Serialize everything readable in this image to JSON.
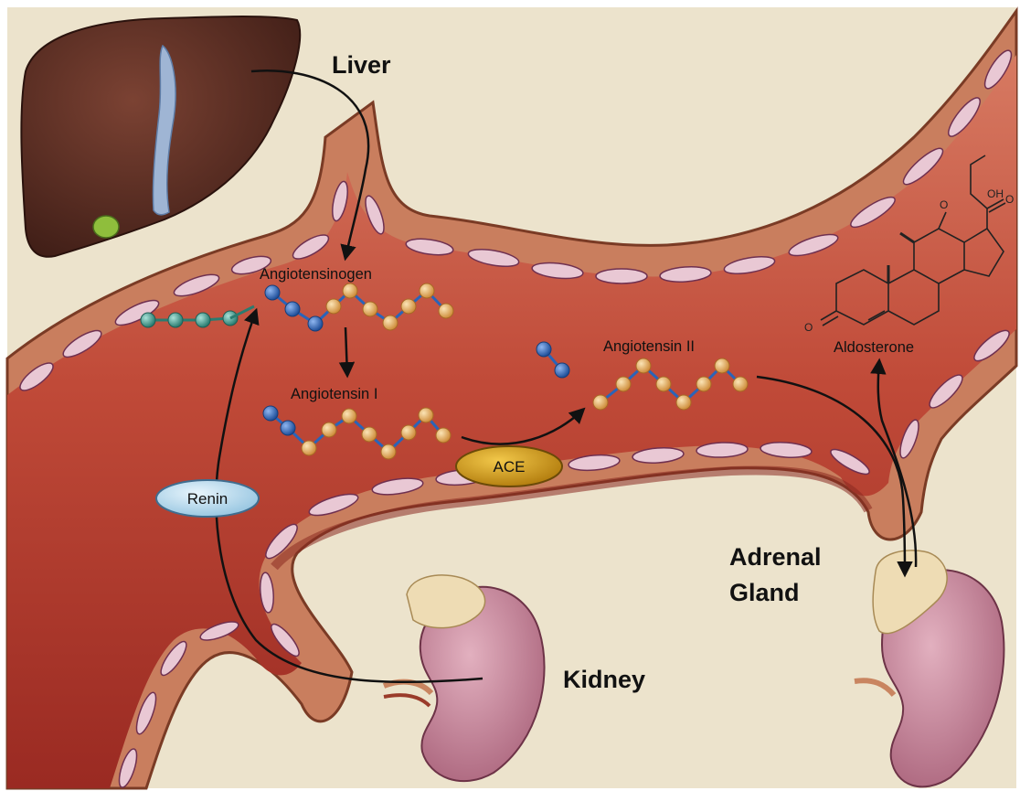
{
  "labels": {
    "liver": "Liver",
    "adrenal_line1": "Adrenal",
    "adrenal_line2": "Gland",
    "kidney": "Kidney",
    "angiotensinogen": "Angiotensinogen",
    "angiotensin_1": "Angiotensin I",
    "angiotensin_2": "Angiotensin II",
    "aldosterone": "Aldosterone",
    "ace": "ACE",
    "renin": "Renin",
    "hydroxyl": "OH",
    "oxygen": "O"
  },
  "colors": {
    "background": "#ece3cc",
    "vessel_wall": "#c97e5e",
    "vessel_wall_edge": "#7a3b25",
    "lumen": "#b9372a",
    "endothelium": "#e9c8d4",
    "liver": "#5a2e22",
    "kidney": "#c9889b",
    "adrenal": "#eedcb4",
    "bead_blue": "#2a64b8",
    "bead_orange": "#e9b368",
    "bead_teal": "#3a9a8c",
    "ace_fill": "#d19a16",
    "renin_fill": "#bcdcee"
  },
  "icons": [
    "liver-icon",
    "kidney-icon",
    "adrenal-gland-icon",
    "blood-vessel-icon",
    "aldosterone-structure-icon"
  ]
}
